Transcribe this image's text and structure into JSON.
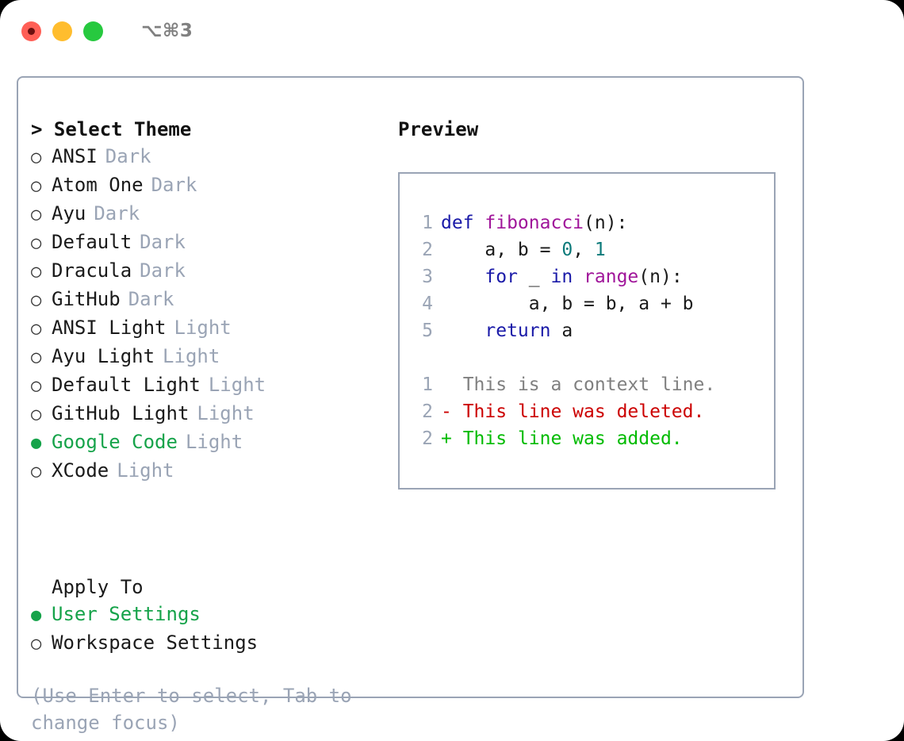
{
  "window": {
    "shortcut": "⌥⌘3",
    "traffic_lights": [
      {
        "name": "close",
        "color": "#ff5f56"
      },
      {
        "name": "minimize",
        "color": "#ffbd2e"
      },
      {
        "name": "maximize",
        "color": "#27c93f"
      }
    ]
  },
  "theme_list": {
    "header": "> Select Theme",
    "marker_unselected": "○",
    "marker_selected": "●",
    "accent_color": "#16a34a",
    "tag_color": "#9aa4b5",
    "items": [
      {
        "label": "ANSI",
        "tag": "Dark",
        "selected": false
      },
      {
        "label": "Atom One",
        "tag": "Dark",
        "selected": false
      },
      {
        "label": "Ayu",
        "tag": "Dark",
        "selected": false
      },
      {
        "label": "Default",
        "tag": "Dark",
        "selected": false
      },
      {
        "label": "Dracula",
        "tag": "Dark",
        "selected": false
      },
      {
        "label": "GitHub",
        "tag": "Dark",
        "selected": false
      },
      {
        "label": "ANSI Light",
        "tag": "Light",
        "selected": false
      },
      {
        "label": "Ayu Light",
        "tag": "Light",
        "selected": false
      },
      {
        "label": "Default Light",
        "tag": "Light",
        "selected": false
      },
      {
        "label": "GitHub Light",
        "tag": "Light",
        "selected": false
      },
      {
        "label": "Google Code",
        "tag": "Light",
        "selected": true
      },
      {
        "label": "XCode",
        "tag": "Light",
        "selected": false
      }
    ]
  },
  "apply_to": {
    "title": "Apply To",
    "options": [
      {
        "label": "User Settings",
        "selected": true
      },
      {
        "label": "Workspace Settings",
        "selected": false
      }
    ]
  },
  "hint": "(Use Enter to select, Tab to change focus)",
  "preview": {
    "header": "Preview",
    "code_lines": [
      {
        "number": "1",
        "tokens": [
          {
            "text": "def ",
            "type": "kw"
          },
          {
            "text": "fibonacci",
            "type": "fn"
          },
          {
            "text": "(n):",
            "type": "pl"
          }
        ]
      },
      {
        "number": "2",
        "tokens": [
          {
            "text": "    a, b = ",
            "type": "pl"
          },
          {
            "text": "0",
            "type": "num"
          },
          {
            "text": ", ",
            "type": "pl"
          },
          {
            "text": "1",
            "type": "num"
          }
        ]
      },
      {
        "number": "3",
        "tokens": [
          {
            "text": "    ",
            "type": "pl"
          },
          {
            "text": "for",
            "type": "kw"
          },
          {
            "text": " _ ",
            "type": "pl"
          },
          {
            "text": "in",
            "type": "kw"
          },
          {
            "text": " ",
            "type": "pl"
          },
          {
            "text": "range",
            "type": "fn"
          },
          {
            "text": "(n):",
            "type": "pl"
          }
        ]
      },
      {
        "number": "4",
        "tokens": [
          {
            "text": "        a, b = b, a + b",
            "type": "pl"
          }
        ]
      },
      {
        "number": "5",
        "tokens": [
          {
            "text": "    ",
            "type": "pl"
          },
          {
            "text": "return",
            "type": "kw"
          },
          {
            "text": " a",
            "type": "pl"
          }
        ]
      }
    ],
    "diff_lines": [
      {
        "number": "1",
        "marker": " ",
        "text": " This is a context line.",
        "kind": "context"
      },
      {
        "number": "2",
        "marker": "-",
        "text": " This line was deleted.",
        "kind": "deleted"
      },
      {
        "number": "2",
        "marker": "+",
        "text": " This line was added.",
        "kind": "added"
      }
    ],
    "syntax_colors": {
      "keyword": "#1a1aa8",
      "function": "#a0159a",
      "number": "#0d7a7a",
      "plain": "#1a1a1a",
      "gutter": "#9aa4b5",
      "diff_context": "#808080",
      "diff_deleted": "#cc0000",
      "diff_added": "#00bb00"
    }
  }
}
